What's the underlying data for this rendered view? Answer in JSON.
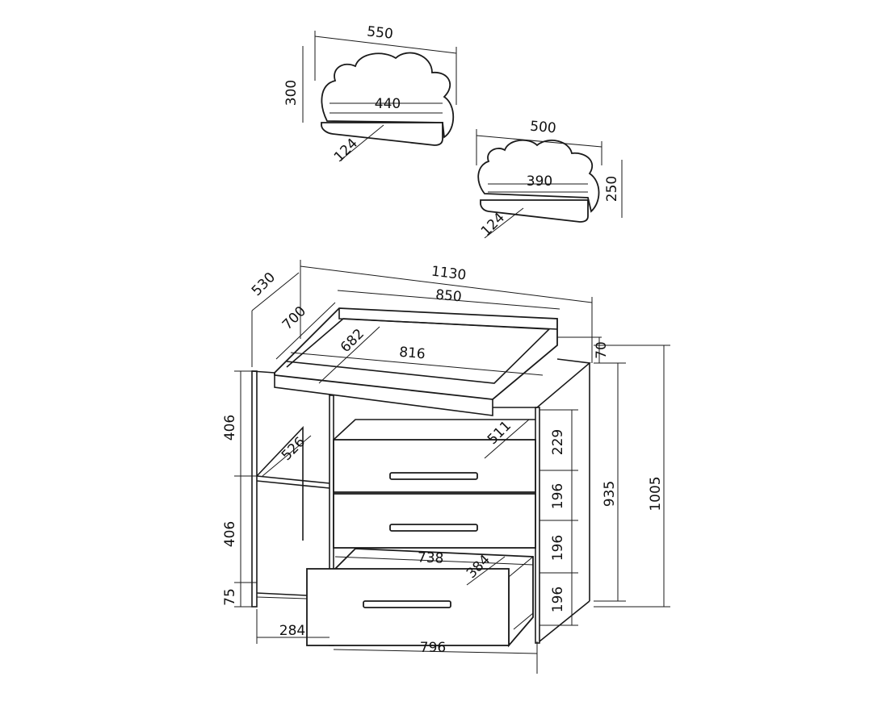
{
  "drawing": {
    "shelf_large": {
      "width": "550",
      "height": "300",
      "inner_width": "440",
      "depth": "124"
    },
    "shelf_small": {
      "width": "500",
      "height": "250",
      "inner_width": "390",
      "depth": "124"
    },
    "chest": {
      "depth_total": "530",
      "width_total": "1130",
      "tray_width": "850",
      "tray_depth": "700",
      "tray_inner_depth": "682",
      "tray_inner_width": "816",
      "tray_height": "70",
      "open_shelf_height_top": "406",
      "open_shelf_depth": "526",
      "drawer_depth": "511",
      "drawer1_height": "229",
      "drawer2_height": "196",
      "drawer3_height": "196",
      "drawer4_height": "196",
      "body_height": "935",
      "total_height": "1005",
      "open_shelf_height_bottom": "406",
      "drawer_inner_width": "738",
      "drawer_inner_depth": "384",
      "plinth_height": "75",
      "open_section_width": "284",
      "drawer_section_width": "796"
    }
  }
}
